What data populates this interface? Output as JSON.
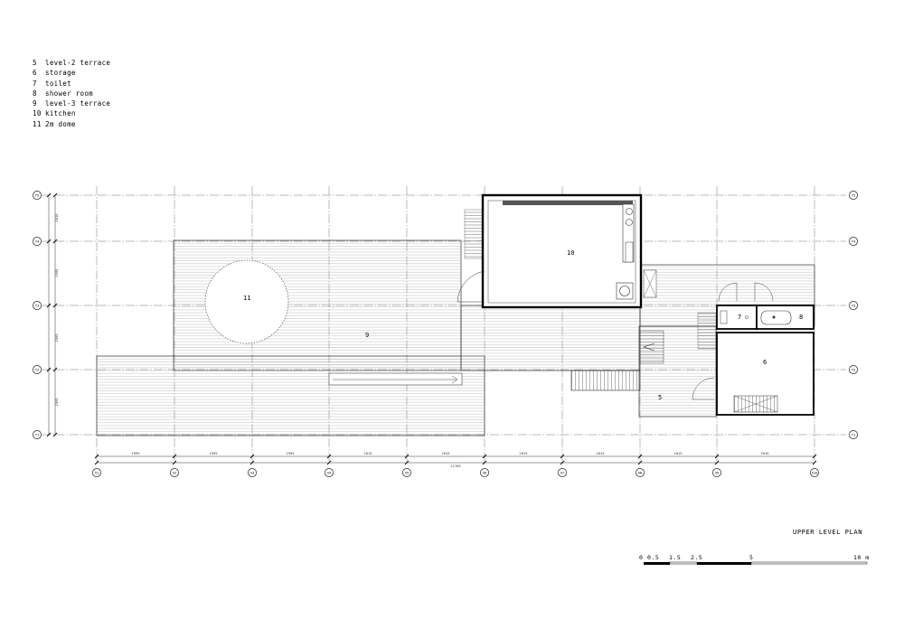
{
  "legend": [
    {
      "num": "5",
      "label": "level-2 terrace"
    },
    {
      "num": "6",
      "label": "storage"
    },
    {
      "num": "7",
      "label": "toilet"
    },
    {
      "num": "8",
      "label": "shower room"
    },
    {
      "num": "9",
      "label": "level-3 terrace"
    },
    {
      "num": "10",
      "label": "kitchen"
    },
    {
      "num": "11",
      "label": "2m dome"
    }
  ],
  "grid": {
    "columns": [
      "X1",
      "X2",
      "X3",
      "X4",
      "X5",
      "X6",
      "X7",
      "X8",
      "X9",
      "X10"
    ],
    "rows": [
      "Y5",
      "Y4",
      "Y3",
      "Y2",
      "Y1"
    ]
  },
  "rooms": {
    "r5": "5",
    "r6": "6",
    "r7": "7",
    "r8": "8",
    "r9": "9",
    "r10": "10",
    "r11": "11"
  },
  "dimensions": {
    "spans": [
      "1995",
      "1995",
      "1995",
      "2015",
      "2015",
      "2015",
      "2015",
      "2015",
      "2015"
    ],
    "total": "21785",
    "vertical": [
      "1010",
      "1995",
      "1995",
      "1995"
    ]
  },
  "title": "UPPER LEVEL PLAN",
  "scale": {
    "ticks": [
      "0",
      "0.5",
      "1.5",
      "2.5",
      "5"
    ],
    "end": "10 m"
  }
}
